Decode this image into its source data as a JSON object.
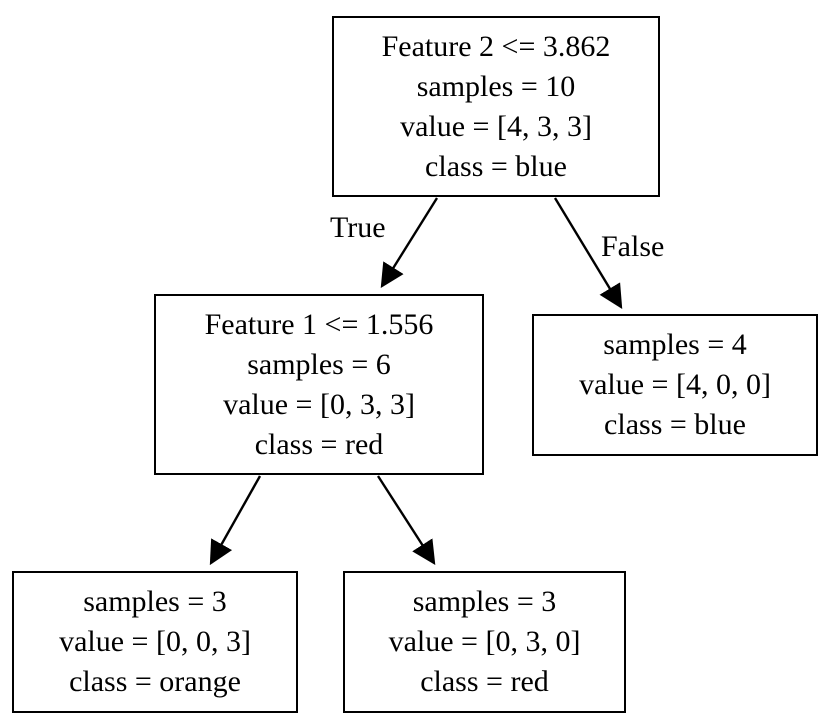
{
  "tree": {
    "root": {
      "lines": [
        "Feature 2 <= 3.862",
        "samples = 10",
        "value = [4, 3, 3]",
        "class = blue"
      ]
    },
    "left": {
      "lines": [
        "Feature 1 <= 1.556",
        "samples = 6",
        "value = [0, 3, 3]",
        "class = red"
      ]
    },
    "right": {
      "lines": [
        "samples = 4",
        "value = [4, 0, 0]",
        "class = blue"
      ]
    },
    "left_left": {
      "lines": [
        "samples = 3",
        "value = [0, 0, 3]",
        "class = orange"
      ]
    },
    "left_right": {
      "lines": [
        "samples = 3",
        "value = [0, 3, 0]",
        "class = red"
      ]
    },
    "edges": {
      "true_label": "True",
      "false_label": "False"
    }
  },
  "colors": {
    "stroke": "#000000",
    "background": "#ffffff"
  }
}
